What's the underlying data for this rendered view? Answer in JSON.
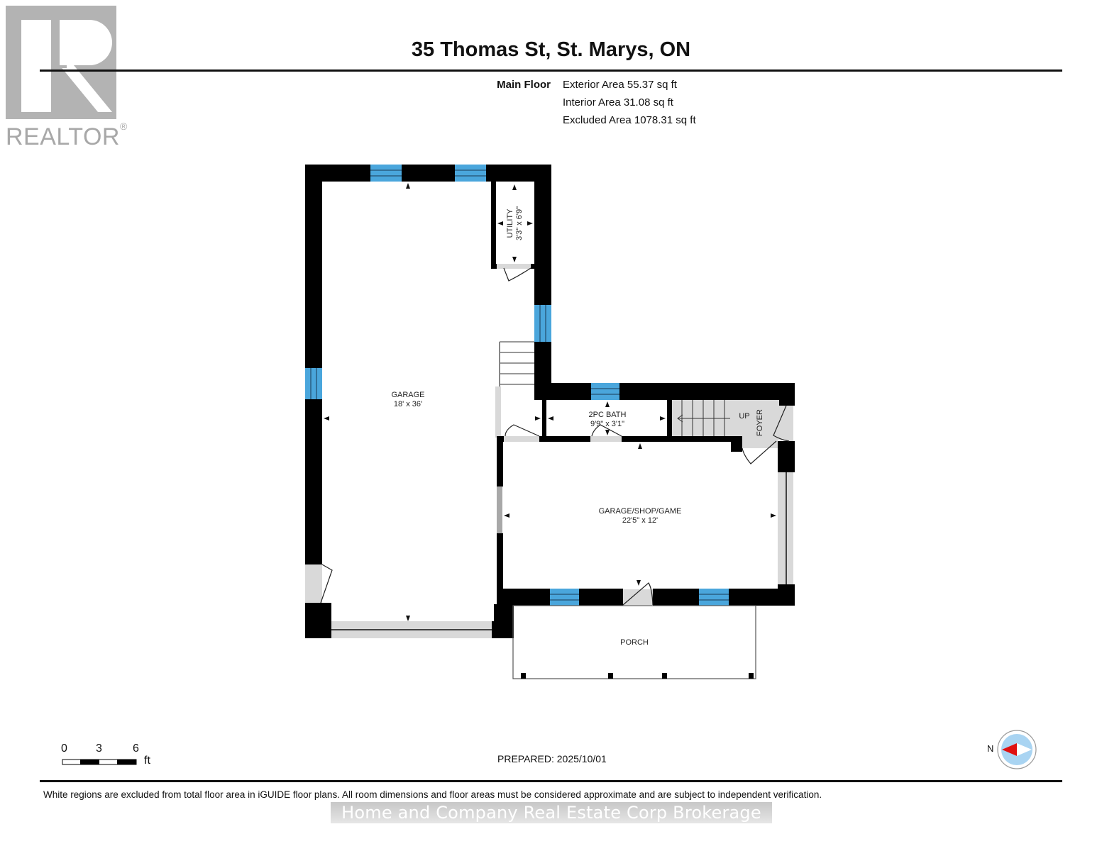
{
  "logo": {
    "brand": "REALTOR",
    "mark": "®"
  },
  "header": {
    "title": "35 Thomas St, St. Marys, ON"
  },
  "summary": {
    "floor": "Main Floor",
    "exterior_area": "Exterior Area 55.37 sq ft",
    "interior_area": "Interior Area 31.08 sq ft",
    "excluded_area": "Excluded Area 1078.31 sq ft"
  },
  "rooms": {
    "garage": {
      "name": "GARAGE",
      "dims": "18' x 36'"
    },
    "utility": {
      "name": "UTILITY",
      "dims": "3'3\" x 6'9\""
    },
    "bath": {
      "name": "2PC BATH",
      "dims": "9'9\" x 3'1\""
    },
    "stairs": {
      "label": "UP"
    },
    "foyer": {
      "name": "FOYER"
    },
    "shop": {
      "name": "GARAGE/SHOP/GAME",
      "dims": "22'5\" x 12'"
    },
    "porch": {
      "name": "PORCH"
    }
  },
  "scale": {
    "ticks": [
      "0",
      "3",
      "6"
    ],
    "unit": "ft"
  },
  "compass": {
    "label": "N"
  },
  "colors": {
    "wall": "#000000",
    "window": "#4aa6dc",
    "fill_gray": "#d9d9d9",
    "compass_bg": "#a9d4f2",
    "compass_arrow": "#e01010"
  },
  "footer": {
    "prepared": "PREPARED: 2025/10/01",
    "disclaimer": "White regions are excluded from total floor area in iGUIDE floor plans. All room dimensions and floor areas must be considered approximate and are subject to independent verification.",
    "brokerage": "Home and Company Real Estate Corp Brokerage"
  }
}
